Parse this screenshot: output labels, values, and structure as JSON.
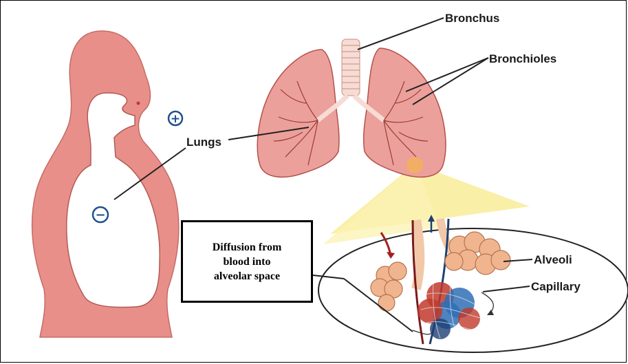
{
  "labels": {
    "bronchus": "Bronchus",
    "bronchioles": "Bronchioles",
    "lungs": "Lungs",
    "alveoli": "Alveoli",
    "capillary": "Capillary"
  },
  "signs": {
    "positive": "+",
    "negative": "−"
  },
  "caption": {
    "line1": "Diffusion from",
    "line2": "blood into",
    "line3": "alveolar space"
  },
  "colors": {
    "body_fill": "#e88f8a",
    "lung_fill": "#eba09b",
    "lung_outline": "#b5504c",
    "trachea": "#f6dcd4",
    "sign_blue": "#1f4f8f",
    "zoom_yellow": "#f7e98a",
    "alveoli_fill": "#f0b58f",
    "capillary_red": "#c0392b",
    "capillary_blue": "#2f6fb5"
  }
}
